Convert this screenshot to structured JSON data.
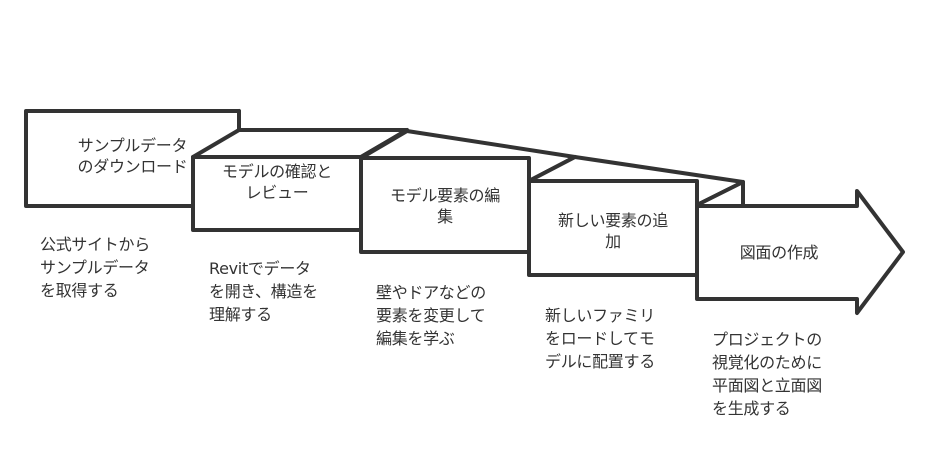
{
  "colors": {
    "stroke": "#333333",
    "fill": "#ffffff",
    "text": "#333333"
  },
  "steps": [
    {
      "label": "サンプルデータ\nのダウンロード",
      "description": "公式サイトから\nサンプルデータ\nを取得する"
    },
    {
      "label": "モデルの確認と\nレビュー",
      "description": "Revitでデータ\nを開き、構造を\n理解する"
    },
    {
      "label": "モデル要素の編\n集",
      "description": "壁やドアなどの\n要素を変更して\n編集を学ぶ"
    },
    {
      "label": "新しい要素の追\n加",
      "description": "新しいファミリ\nをロードしてモ\nデルに配置する"
    },
    {
      "label": "図面の作成",
      "description": "プロジェクトの\n視覚化のために\n平面図と立面図\nを生成する"
    }
  ]
}
